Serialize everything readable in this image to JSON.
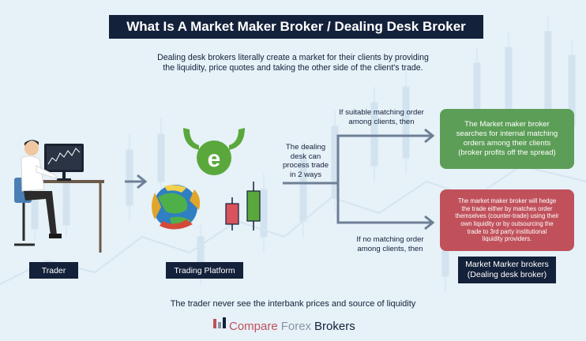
{
  "title": "What Is A Market Maker Broker / Dealing Desk Broker",
  "subtitle_lines": [
    "Dealing desk brokers literally create a market for their clients by providing",
    "the liquidity, price quotes and taking the other side of the client's trade."
  ],
  "labels": {
    "trader": "Trader",
    "trading_platform": "Trading Platform",
    "market_maker_lines": [
      "Market Marker brokers",
      "(Dealing desk broker)"
    ]
  },
  "dealing_desk_lines": [
    "The dealing",
    "desk can",
    "process trade",
    "in 2 ways"
  ],
  "condition_top_lines": [
    "If suitable matching order",
    "among clients, then"
  ],
  "condition_bottom_lines": [
    "If no matching order",
    "among clients, then"
  ],
  "green_box_lines": [
    "The Market maker broker",
    "searches for internal matching",
    "orders among their clients",
    "(broker profits off the spread)"
  ],
  "red_box_lines": [
    "The market maker broker will hedge",
    "the trade either by matches order",
    "themselves (counter-trade) using their",
    "own liquidity or by outsourcing the",
    "trade to 3rd party institutional",
    "liquidity providers."
  ],
  "footer": "The trader never see the interbank prices and source of liquidity",
  "brand": {
    "compare": "Compare",
    "forex": "Forex",
    "brokers": "Brokers"
  },
  "colors": {
    "navy": "#14213a",
    "green": "#5c9e57",
    "red": "#c0515b",
    "arrow": "#6e7f96",
    "background": "#e6f1f8"
  },
  "icons": [
    "trader-at-desk-icon",
    "etoro-bull-logo-icon",
    "metatrader-globe-logo-icon",
    "candlestick-icon",
    "compare-forex-brokers-logo-icon"
  ]
}
